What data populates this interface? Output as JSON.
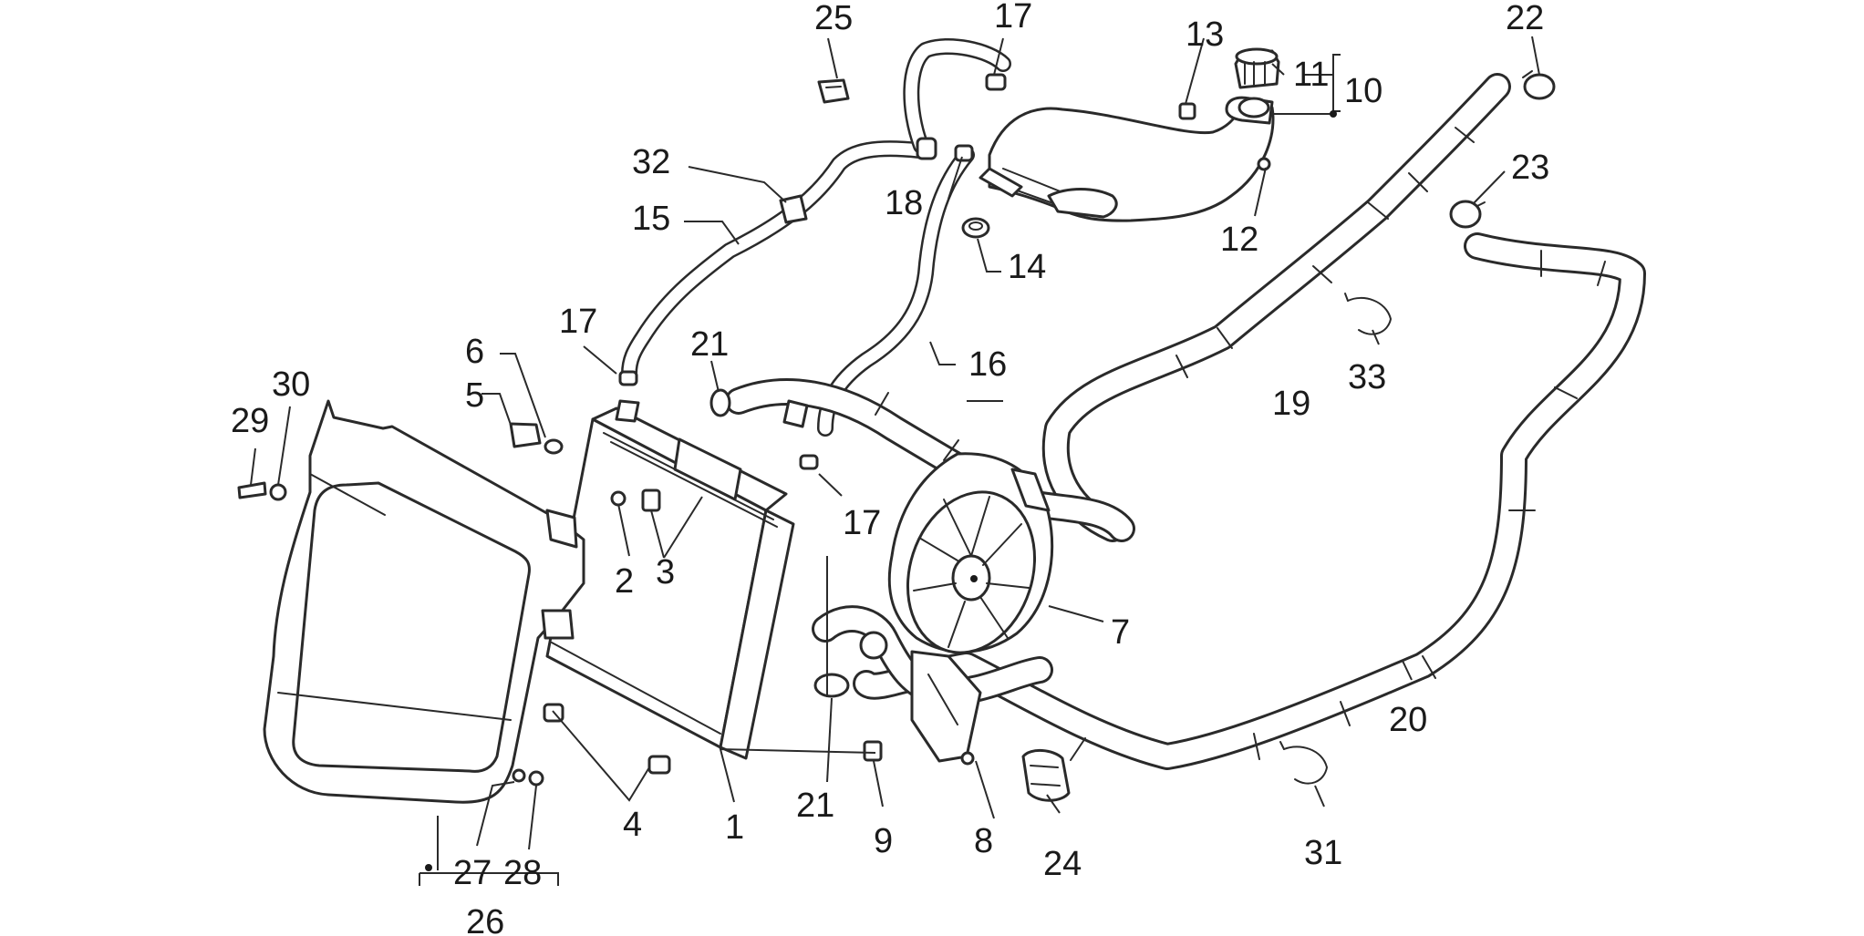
{
  "diagram": {
    "callouts": {
      "c1": "1",
      "c2": "2",
      "c3": "3",
      "c4": "4",
      "c5": "5",
      "c6": "6",
      "c7": "7",
      "c8": "8",
      "c9": "9",
      "c10": "10",
      "c11": "11",
      "c12": "12",
      "c13": "13",
      "c14": "14",
      "c15": "15",
      "c16": "16",
      "c17a": "17",
      "c17b": "17",
      "c17c": "17",
      "c18": "18",
      "c19": "19",
      "c20": "20",
      "c21a": "21",
      "c21b": "21",
      "c22": "22",
      "c23": "23",
      "c24": "24",
      "c25": "25",
      "c26": "26",
      "c27": "27",
      "c28": "28",
      "c29": "29",
      "c30": "30",
      "c31": "31",
      "c32": "32",
      "c33": "33"
    }
  }
}
